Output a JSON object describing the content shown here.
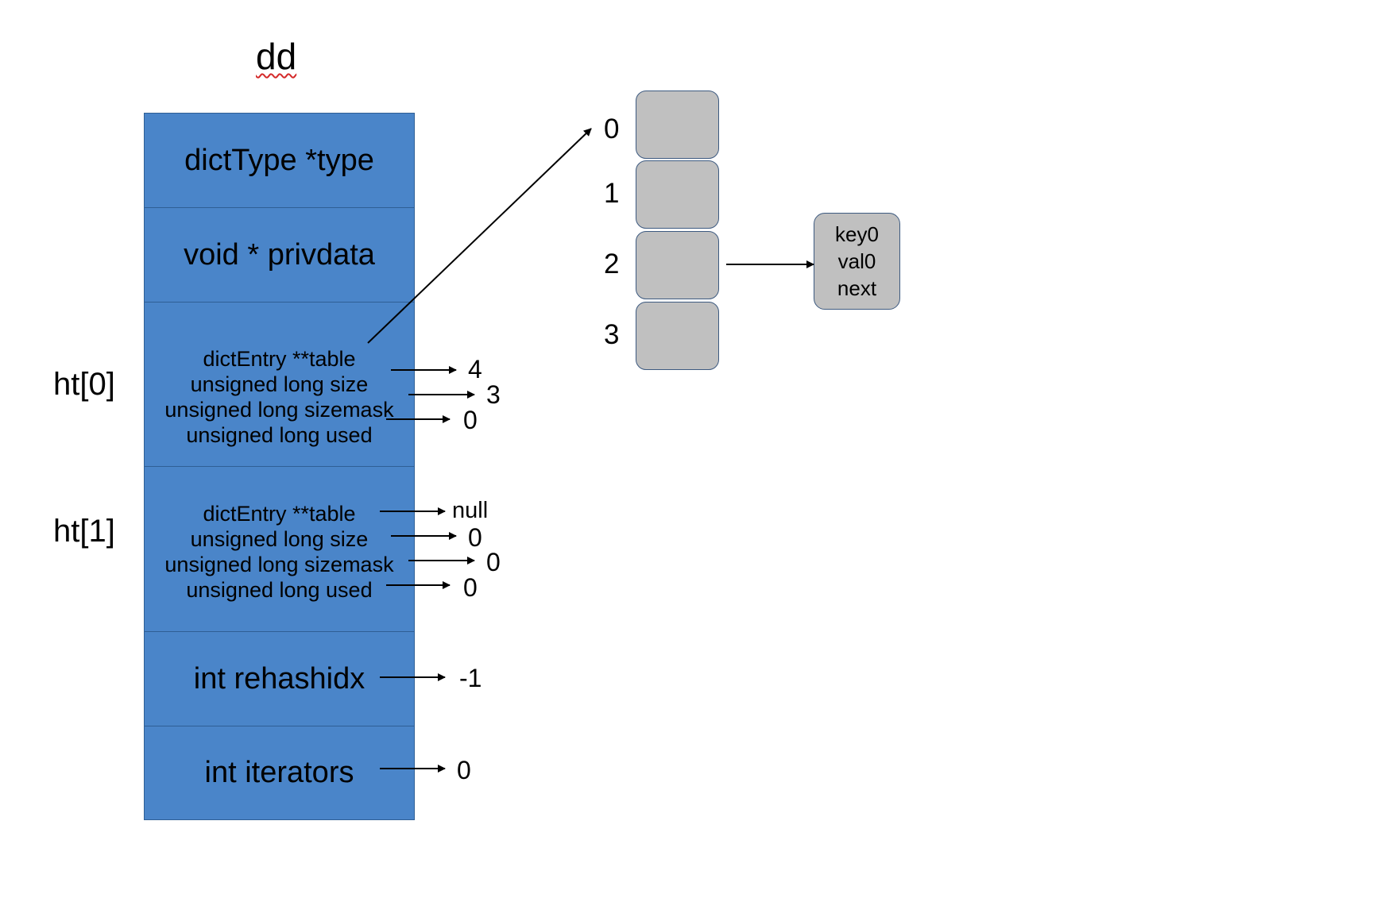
{
  "title": "dd",
  "struct": {
    "type_field": "dictType *type",
    "privdata_field": "void * privdata",
    "ht0": {
      "label": "ht[0]",
      "table": "dictEntry **table",
      "size": "unsigned long size",
      "sizemask": "unsigned long sizemask",
      "used": "unsigned long used",
      "size_value": "4",
      "sizemask_value": "3",
      "used_value": "0"
    },
    "ht1": {
      "label": "ht[1]",
      "table": "dictEntry **table",
      "size": "unsigned long size",
      "sizemask": "unsigned long sizemask",
      "used": "unsigned long used",
      "table_value": "null",
      "size_value": "0",
      "sizemask_value": "0",
      "used_value": "0"
    },
    "rehashidx_field": "int rehashidx",
    "rehashidx_value": "-1",
    "iterators_field": "int iterators",
    "iterators_value": "0"
  },
  "buckets": {
    "indices": [
      "0",
      "1",
      "2",
      "3"
    ]
  },
  "entry": {
    "key": "key0",
    "val": "val0",
    "next": "next"
  },
  "colors": {
    "struct_fill": "#4a85c9",
    "struct_border": "#2f5f95",
    "bucket_fill": "#c0c0c0",
    "bucket_border": "#3d5a80",
    "spellcheck_underline": "#d42a2a"
  }
}
